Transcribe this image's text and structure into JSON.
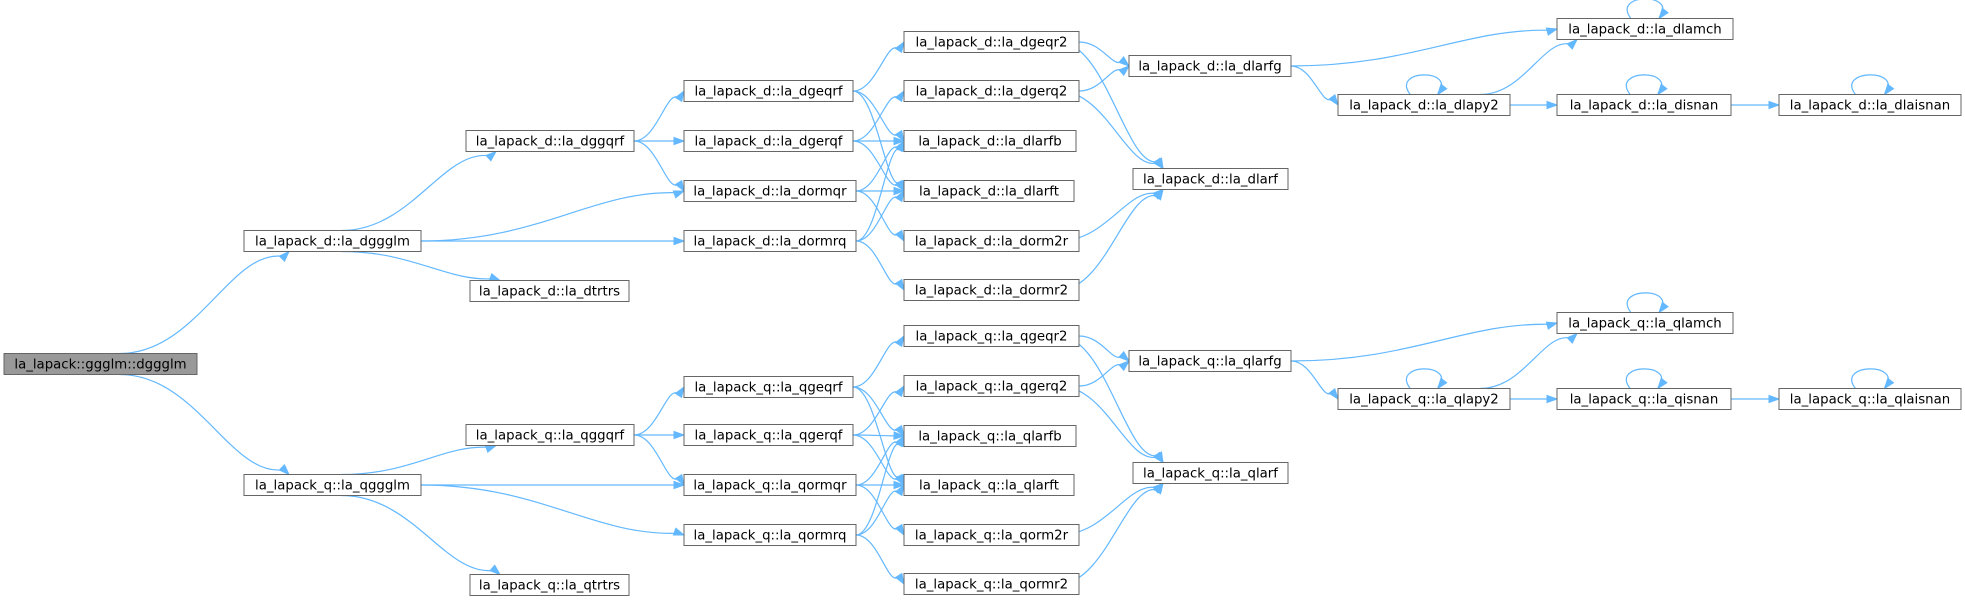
{
  "root": "la_lapack::ggglm::dggglm",
  "nodes": {
    "root": "la_lapack::ggglm::dggglm",
    "d_dggglm": "la_lapack_d::la_dggglm",
    "d_dggqrf": "la_lapack_d::la_dggqrf",
    "d_dtrtrs": "la_lapack_d::la_dtrtrs",
    "d_dgeqrf": "la_lapack_d::la_dgeqrf",
    "d_dgerqf": "la_lapack_d::la_dgerqf",
    "d_dormqr": "la_lapack_d::la_dormqr",
    "d_dormrq": "la_lapack_d::la_dormrq",
    "d_dgeqr2": "la_lapack_d::la_dgeqr2",
    "d_dgerq2": "la_lapack_d::la_dgerq2",
    "d_dlarfb": "la_lapack_d::la_dlarfb",
    "d_dlarft": "la_lapack_d::la_dlarft",
    "d_dorm2r": "la_lapack_d::la_dorm2r",
    "d_dormr2": "la_lapack_d::la_dormr2",
    "d_dlarfg": "la_lapack_d::la_dlarfg",
    "d_dlarf": "la_lapack_d::la_dlarf",
    "d_dlamch": "la_lapack_d::la_dlamch",
    "d_dlapy2": "la_lapack_d::la_dlapy2",
    "d_disnan": "la_lapack_d::la_disnan",
    "d_dlaisnan": "la_lapack_d::la_dlaisnan",
    "q_qggglm": "la_lapack_q::la_qggglm",
    "q_qggqrf": "la_lapack_q::la_qggqrf",
    "q_qtrtrs": "la_lapack_q::la_qtrtrs",
    "q_qgeqrf": "la_lapack_q::la_qgeqrf",
    "q_qgerqf": "la_lapack_q::la_qgerqf",
    "q_qormqr": "la_lapack_q::la_qormqr",
    "q_qormrq": "la_lapack_q::la_qormrq",
    "q_qgeqr2": "la_lapack_q::la_qgeqr2",
    "q_qgerq2": "la_lapack_q::la_qgerq2",
    "q_qlarfb": "la_lapack_q::la_qlarfb",
    "q_qlarft": "la_lapack_q::la_qlarft",
    "q_qorm2r": "la_lapack_q::la_qorm2r",
    "q_qormr2": "la_lapack_q::la_qormr2",
    "q_qlarfg": "la_lapack_q::la_qlarfg",
    "q_qlarf": "la_lapack_q::la_qlarf",
    "q_qlamch": "la_lapack_q::la_qlamch",
    "q_qlapy2": "la_lapack_q::la_qlapy2",
    "q_qisnan": "la_lapack_q::la_qisnan",
    "q_qlaisnan": "la_lapack_q::la_qlaisnan"
  },
  "edges": [
    [
      "root",
      "d_dggglm"
    ],
    [
      "root",
      "q_qggglm"
    ],
    [
      "d_dggglm",
      "d_dggqrf"
    ],
    [
      "d_dggglm",
      "d_dormqr"
    ],
    [
      "d_dggglm",
      "d_dormrq"
    ],
    [
      "d_dggglm",
      "d_dtrtrs"
    ],
    [
      "d_dggqrf",
      "d_dgeqrf"
    ],
    [
      "d_dggqrf",
      "d_dgerqf"
    ],
    [
      "d_dggqrf",
      "d_dormqr"
    ],
    [
      "d_dgeqrf",
      "d_dgeqr2"
    ],
    [
      "d_dgeqrf",
      "d_dlarfb"
    ],
    [
      "d_dgeqrf",
      "d_dlarft"
    ],
    [
      "d_dgerqf",
      "d_dgerq2"
    ],
    [
      "d_dgerqf",
      "d_dlarfb"
    ],
    [
      "d_dgerqf",
      "d_dlarft"
    ],
    [
      "d_dormqr",
      "d_dlarfb"
    ],
    [
      "d_dormqr",
      "d_dlarft"
    ],
    [
      "d_dormqr",
      "d_dorm2r"
    ],
    [
      "d_dormrq",
      "d_dlarfb"
    ],
    [
      "d_dormrq",
      "d_dlarft"
    ],
    [
      "d_dormrq",
      "d_dormr2"
    ],
    [
      "d_dgeqr2",
      "d_dlarfg"
    ],
    [
      "d_dgeqr2",
      "d_dlarf"
    ],
    [
      "d_dgerq2",
      "d_dlarfg"
    ],
    [
      "d_dgerq2",
      "d_dlarf"
    ],
    [
      "d_dorm2r",
      "d_dlarf"
    ],
    [
      "d_dormr2",
      "d_dlarf"
    ],
    [
      "d_dlarfg",
      "d_dlamch"
    ],
    [
      "d_dlarfg",
      "d_dlapy2"
    ],
    [
      "d_dlapy2",
      "d_dlamch"
    ],
    [
      "d_dlapy2",
      "d_dlapy2"
    ],
    [
      "d_dlapy2",
      "d_disnan"
    ],
    [
      "d_dlamch",
      "d_dlamch"
    ],
    [
      "d_disnan",
      "d_disnan"
    ],
    [
      "d_disnan",
      "d_dlaisnan"
    ],
    [
      "d_dlaisnan",
      "d_dlaisnan"
    ],
    [
      "q_qggglm",
      "q_qggqrf"
    ],
    [
      "q_qggglm",
      "q_qormqr"
    ],
    [
      "q_qggglm",
      "q_qormrq"
    ],
    [
      "q_qggglm",
      "q_qtrtrs"
    ],
    [
      "q_qggqrf",
      "q_qgeqrf"
    ],
    [
      "q_qggqrf",
      "q_qgerqf"
    ],
    [
      "q_qggqrf",
      "q_qormqr"
    ],
    [
      "q_qgeqrf",
      "q_qgeqr2"
    ],
    [
      "q_qgeqrf",
      "q_qlarfb"
    ],
    [
      "q_qgeqrf",
      "q_qlarft"
    ],
    [
      "q_qgerqf",
      "q_qgerq2"
    ],
    [
      "q_qgerqf",
      "q_qlarfb"
    ],
    [
      "q_qgerqf",
      "q_qlarft"
    ],
    [
      "q_qormqr",
      "q_qlarfb"
    ],
    [
      "q_qormqr",
      "q_qlarft"
    ],
    [
      "q_qormqr",
      "q_qorm2r"
    ],
    [
      "q_qormrq",
      "q_qlarfb"
    ],
    [
      "q_qormrq",
      "q_qlarft"
    ],
    [
      "q_qormrq",
      "q_qormr2"
    ],
    [
      "q_qgeqr2",
      "q_qlarfg"
    ],
    [
      "q_qgeqr2",
      "q_qlarf"
    ],
    [
      "q_qgerq2",
      "q_qlarfg"
    ],
    [
      "q_qgerq2",
      "q_qlarf"
    ],
    [
      "q_qorm2r",
      "q_qlarf"
    ],
    [
      "q_qormr2",
      "q_qlarf"
    ],
    [
      "q_qlarfg",
      "q_qlamch"
    ],
    [
      "q_qlarfg",
      "q_qlapy2"
    ],
    [
      "q_qlapy2",
      "q_qlamch"
    ],
    [
      "q_qlapy2",
      "q_qlapy2"
    ],
    [
      "q_qlapy2",
      "q_qisnan"
    ],
    [
      "q_qlamch",
      "q_qlamch"
    ],
    [
      "q_qisnan",
      "q_qisnan"
    ],
    [
      "q_qisnan",
      "q_qlaisnan"
    ],
    [
      "q_qlaisnan",
      "q_qlaisnan"
    ]
  ],
  "colors": {
    "edge": "#63b8ff",
    "node_border": "#666666",
    "node_fill": "#ffffff",
    "root_fill": "#999999"
  }
}
